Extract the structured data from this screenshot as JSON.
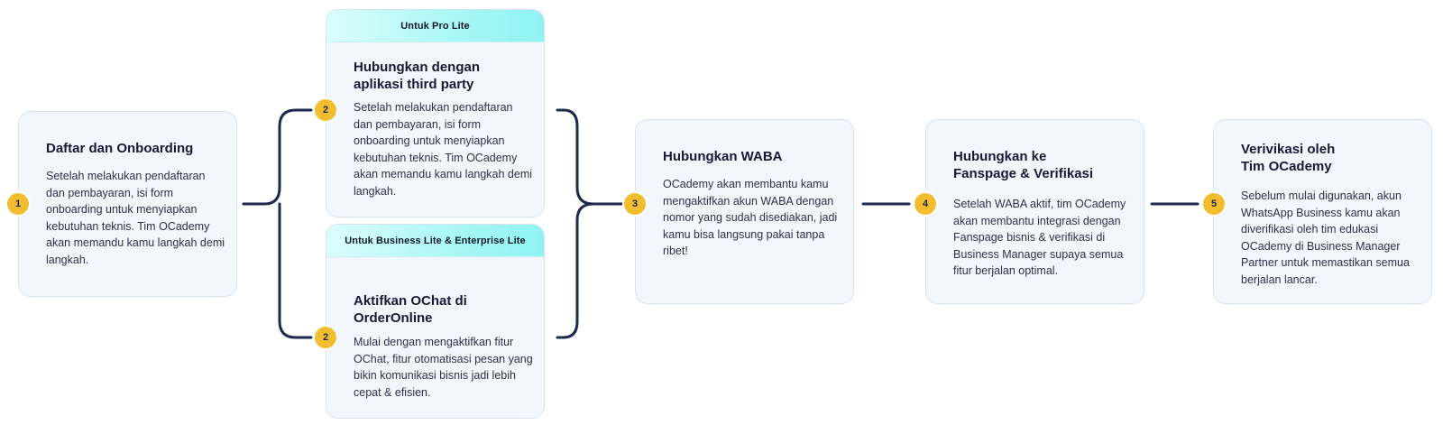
{
  "steps": [
    {
      "number": "1",
      "title": "Daftar dan Onboarding",
      "description": "Setelah melakukan pendaftaran dan pembayaran, isi form onboarding untuk menyiapkan kebutuhan teknis. Tim OCademy akan memandu kamu langkah demi langkah."
    },
    {
      "number": "2",
      "header": "Untuk Pro Lite",
      "title": "Hubungkan dengan aplikasi third party",
      "description": "Setelah melakukan pendaftaran dan pembayaran, isi form onboarding untuk menyiapkan kebutuhan teknis. Tim OCademy akan memandu kamu langkah demi langkah."
    },
    {
      "number": "2",
      "header": "Untuk Business Lite & Enterprise Lite",
      "title": "Aktifkan OChat di OrderOnline",
      "description": "Mulai dengan mengaktifkan fitur OChat, fitur otomatisasi pesan yang bikin komunikasi bisnis jadi lebih cepat & efisien."
    },
    {
      "number": "3",
      "title": "Hubungkan WABA",
      "description": "OCademy akan membantu kamu mengaktifkan akun WABA dengan nomor yang sudah disediakan, jadi kamu bisa langsung pakai tanpa ribet!"
    },
    {
      "number": "4",
      "title": "Hubungkan ke Fanspage & Verifikasi",
      "description": "Setelah WABA aktif, tim OCademy akan membantu integrasi dengan Fanspage bisnis & verifikasi di Business Manager supaya semua fitur berjalan optimal."
    },
    {
      "number": "5",
      "title": "Verivikasi oleh Tim OCademy",
      "description": "Sebelum mulai digunakan, akun WhatsApp Business kamu akan diverifikasi oleh tim edukasi OCademy di Business Manager Partner untuk memastikan semua berjalan lancar."
    }
  ],
  "colors": {
    "card_bg": "#f2f6fd",
    "card_border": "#d7e2f1",
    "connector": "#1e2a4d",
    "badge": "#f2bd2f",
    "header_gradient_end": "#8ff3f3"
  }
}
